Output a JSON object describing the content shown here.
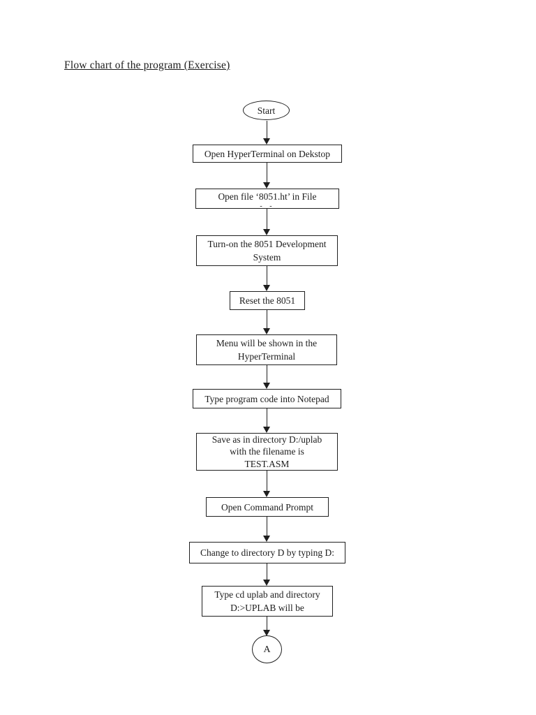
{
  "page": {
    "title": "Flow chart of the program (Exercise)"
  },
  "colors": {
    "ink": "#1c1c1c",
    "border": "#1f1f1f",
    "page_bg": "#ffffff"
  },
  "flowchart": {
    "nodes": [
      {
        "id": "start",
        "type": "terminator",
        "text": "Start"
      },
      {
        "id": "open-hyperterminal",
        "type": "process",
        "text": "Open HyperTerminal on Dekstop"
      },
      {
        "id": "open-file",
        "type": "process",
        "text": "Open file ‘8051.ht’ in File",
        "clipped_fragment": "- -"
      },
      {
        "id": "turn-on-system",
        "type": "process",
        "text": "Turn-on the 8051 Development\nSystem"
      },
      {
        "id": "reset-8051",
        "type": "process",
        "text": "Reset the 8051"
      },
      {
        "id": "menu-shown",
        "type": "process",
        "text": "Menu will be shown in the\nHyperTerminal"
      },
      {
        "id": "type-program",
        "type": "process",
        "text": "Type program code into Notepad"
      },
      {
        "id": "save-as",
        "type": "process",
        "text": "Save as in directory D:/uplab\nwith the filename is\nTEST.ASM"
      },
      {
        "id": "open-command-prompt",
        "type": "process",
        "text": "Open Command Prompt"
      },
      {
        "id": "change-directory",
        "type": "process",
        "text": "Change to directory D by typing D:"
      },
      {
        "id": "type-cd-uplab",
        "type": "process",
        "text": "Type cd uplab and directory\nD:>UPLAB will be"
      },
      {
        "id": "connector-a",
        "type": "connector",
        "text": "A"
      }
    ]
  }
}
